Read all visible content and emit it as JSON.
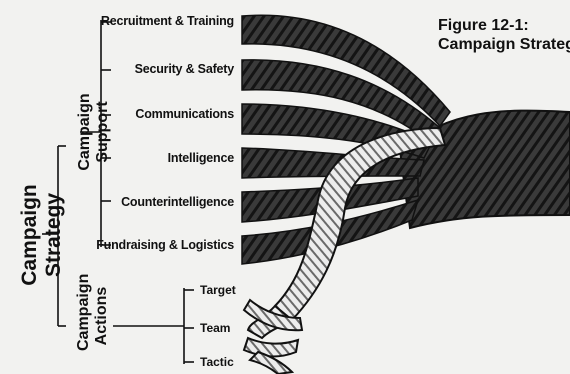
{
  "figure": {
    "number": "Figure 12-1:",
    "title": "Campaign Strategy"
  },
  "root_label": "Campaign Strategy",
  "support": {
    "label": "Campaign Support",
    "items": [
      "Recruitment & Training",
      "Security & Safety",
      "Communications",
      "Intelligence",
      "Counterintelligence",
      "Fundraising & Logistics"
    ]
  },
  "actions": {
    "label_line1": "Campaign",
    "label_line2": "Actions",
    "items": [
      "Target",
      "Team",
      "Tactic"
    ]
  },
  "colors": {
    "ink": "#111111",
    "rope_dark": "#3a3a3a",
    "rope_light": "#e8e8e8",
    "background": "#f2f2f0"
  }
}
